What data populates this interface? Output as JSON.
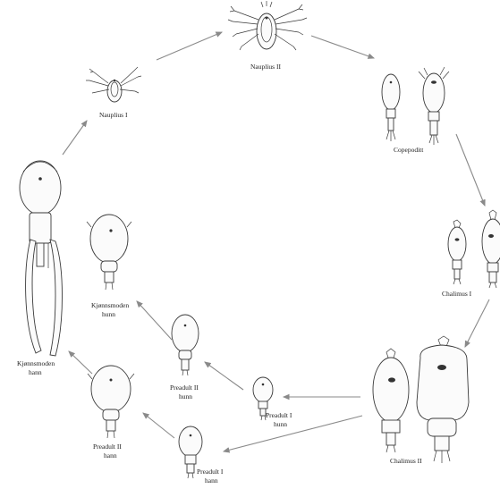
{
  "diagram": {
    "stages": [
      {
        "id": "nauplius1",
        "label": "Nauplius I"
      },
      {
        "id": "nauplius2",
        "label": "Nauplius II"
      },
      {
        "id": "copepodid",
        "label": "Copepoditt"
      },
      {
        "id": "chalimus1",
        "label": "Chalimus I"
      },
      {
        "id": "chalimus2",
        "label": "Chalimus II"
      },
      {
        "id": "preadult1_female",
        "label_line1": "Preadult I",
        "label_line2": "hunn"
      },
      {
        "id": "preadult1_male",
        "label_line1": "Preadult I",
        "label_line2": "hann"
      },
      {
        "id": "preadult2_female",
        "label_line1": "Preadult II",
        "label_line2": "hunn"
      },
      {
        "id": "preadult2_male",
        "label_line1": "Preadult II",
        "label_line2": "hann"
      },
      {
        "id": "adult_female",
        "label_line1": "Kjønnsmoden",
        "label_line2": "hunn"
      },
      {
        "id": "adult_male",
        "label_line1": "Kjønnsmoden",
        "label_line2": "hann"
      }
    ],
    "colors": {
      "arrow": "#8a8a8a",
      "line": "#3a3a3a"
    }
  }
}
